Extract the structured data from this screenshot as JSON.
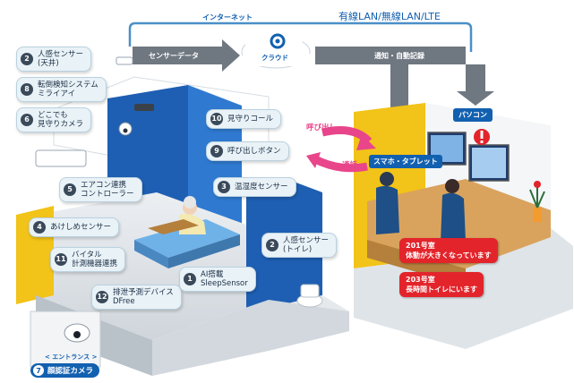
{
  "network": {
    "internet_label": "インターネット",
    "lan_label": "有線LAN/無線LAN/LTE",
    "cloud_label": "クラウド",
    "sensor_data_label": "センサーデータ",
    "notify_label": "通知・自動記録",
    "smartphone_label": "スマホ・タブレット",
    "pc_label": "パソコン",
    "call_label": "呼び出し",
    "talk_label": "通話"
  },
  "callouts": [
    {
      "num": "2",
      "line1": "人感センサー",
      "line2": "(天井)"
    },
    {
      "num": "8",
      "line1": "転倒検知システム",
      "line2": "ミライアイ"
    },
    {
      "num": "6",
      "line1": "どこでも",
      "line2": "見守りカメラ"
    },
    {
      "num": "5",
      "line1": "エアコン連携",
      "line2": "コントローラー"
    },
    {
      "num": "4",
      "line1": "あけしめセンサー",
      "line2": ""
    },
    {
      "num": "11",
      "line1": "バイタル",
      "line2": "計測機器連携"
    },
    {
      "num": "12",
      "line1": "排泄予測デバイス",
      "line2": "DFree"
    },
    {
      "num": "1",
      "line1": "AI搭載",
      "line2": "SleepSensor"
    },
    {
      "num": "10",
      "line1": "見守りコール",
      "line2": ""
    },
    {
      "num": "9",
      "line1": "呼び出しボタン",
      "line2": ""
    },
    {
      "num": "3",
      "line1": "温湿度センサー",
      "line2": ""
    },
    {
      "num": "2",
      "line1": "人感センサー",
      "line2": "(トイレ)"
    }
  ],
  "entrance": {
    "small": "< エントランス >",
    "num": "7",
    "label": "顔認証カメラ"
  },
  "alerts": [
    {
      "line1": "201号室",
      "line2": "体動が大きくなっています"
    },
    {
      "line1": "203号室",
      "line2": "長時間トイレにいます"
    }
  ],
  "alert_icon": "exclamation-icon",
  "colors": {
    "accent_blue": "#1260b0",
    "wall_yellow": "#f2c318",
    "arrow_gray": "#6f7780",
    "alert_red": "#e3242b",
    "call_pink": "#e8458b"
  }
}
